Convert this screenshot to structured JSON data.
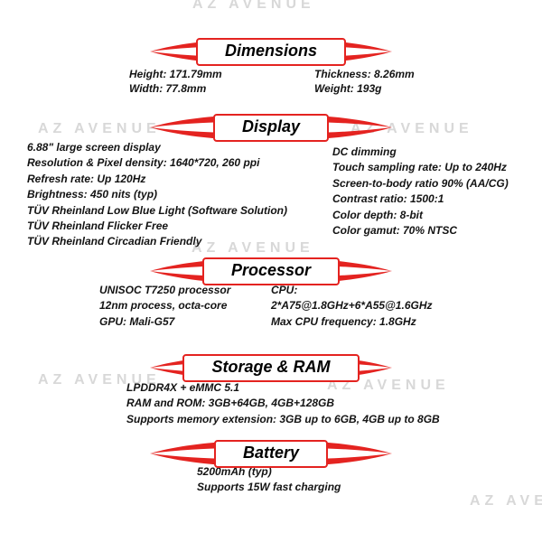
{
  "watermark": "AZ AVENUE",
  "colors": {
    "accent_red": "#e42320",
    "text": "#131313",
    "watermark_gray": "#d8d8d8"
  },
  "sections": {
    "dimensions": {
      "title": "Dimensions",
      "left": [
        "Height: 171.79mm",
        "Width: 77.8mm"
      ],
      "right": [
        "Thickness: 8.26mm",
        "Weight: 193g"
      ]
    },
    "display": {
      "title": "Display",
      "left": [
        "6.88\" large screen display",
        "Resolution & Pixel density: 1640*720, 260 ppi",
        "Refresh rate: Up 120Hz",
        "Brightness: 450 nits (typ)",
        "TÜV Rheinland Low Blue Light (Software Solution)",
        "TÜV Rheinland Flicker Free",
        "TÜV Rheinland Circadian Friendly"
      ],
      "right": [
        "DC dimming",
        "Touch sampling rate: Up to 240Hz",
        "Screen-to-body ratio 90% (AA/CG)",
        "Contrast ratio: 1500:1",
        "Color depth: 8-bit",
        "Color gamut: 70% NTSC"
      ]
    },
    "processor": {
      "title": "Processor",
      "left": [
        "UNISOC T7250 processor",
        "12nm process, octa-core",
        "GPU: Mali-G57"
      ],
      "right": [
        "CPU:",
        "2*A75@1.8GHz+6*A55@1.6GHz",
        "Max CPU frequency: 1.8GHz"
      ]
    },
    "storage": {
      "title": "Storage & RAM",
      "lines": [
        "LPDDR4X + eMMC 5.1",
        "RAM and ROM: 3GB+64GB, 4GB+128GB",
        "Supports memory extension: 3GB up to 6GB, 4GB up to 8GB"
      ]
    },
    "battery": {
      "title": "Battery",
      "lines": [
        "5200mAh (typ)",
        "Supports 15W fast charging"
      ]
    }
  }
}
